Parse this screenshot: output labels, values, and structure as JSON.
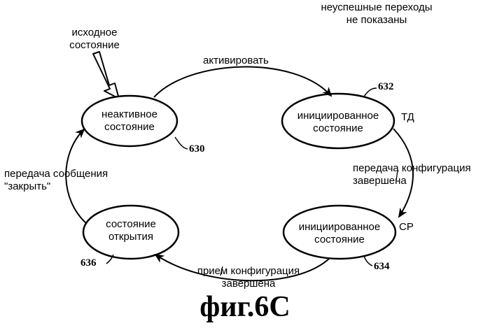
{
  "note": {
    "line1": "неуспешные переходы",
    "line2": "не показаны"
  },
  "initial_state_label": {
    "line1": "исходное",
    "line2": "состояние"
  },
  "states": {
    "inactive": {
      "line1": "неактивное",
      "line2": "состояние",
      "ref": "630"
    },
    "initiated_td": {
      "line1": "инициированное",
      "line2": "состояние",
      "suffix": "ТД",
      "ref": "632"
    },
    "initiated_sr": {
      "line1": "инициированное",
      "line2": "состояние",
      "suffix": "СР",
      "ref": "634"
    },
    "open": {
      "line1": "состояние",
      "line2": "открытия",
      "ref": "636"
    }
  },
  "transitions": {
    "activate": "активировать",
    "td_to_sr": {
      "line1": "передача конфигурация",
      "line2": "завершена"
    },
    "sr_to_open": {
      "line1": "прием конфигурация",
      "line2": "завершена"
    },
    "open_to_inactive": {
      "line1": "передача сообщения",
      "line2": "\"закрыть\""
    }
  },
  "caption": "фиг.6С"
}
